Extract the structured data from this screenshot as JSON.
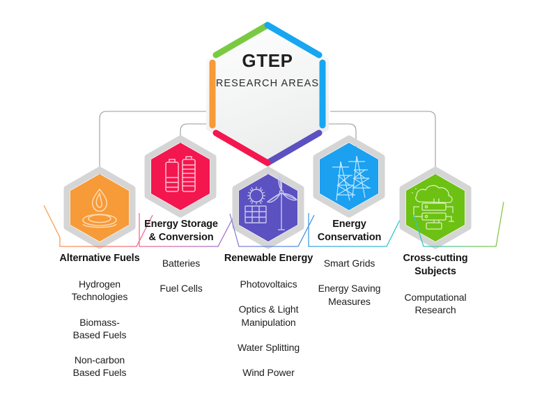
{
  "center": {
    "title": "GTEP",
    "subtitle": "RESEARCH AREAS"
  },
  "colors": {
    "alternative_fuels": "#F79A38",
    "energy_storage": "#F4164E",
    "renewable_energy": "#5B51C0",
    "energy_conservation": "#1CA0F0",
    "cross_cutting": "#6CC113",
    "connector_line": "#9a9a9a",
    "hex_outline": "#d2d2d2",
    "text": "#1a1a1a"
  },
  "categories": [
    {
      "id": "alternative-fuels",
      "title": "Alternative Fuels",
      "icon": "fuel-drop-icon",
      "color": "#F79A38",
      "bracket_from": "#F6A24A",
      "bracket_to": "#F0608C",
      "items": [
        "Hydrogen\nTechnologies",
        "Biomass-\nBased Fuels",
        "Non-carbon\nBased Fuels"
      ]
    },
    {
      "id": "energy-storage",
      "title": "Energy Storage\n& Conversion",
      "icon": "battery-icon",
      "color": "#F4164E",
      "bracket_from": "#F26A93",
      "bracket_to": "#9B6FD4",
      "items": [
        "Batteries",
        "Fuel Cells"
      ]
    },
    {
      "id": "renewable-energy",
      "title": "Renewable Energy",
      "icon": "solar-wind-icon",
      "color": "#5B51C0",
      "bracket_from": "#8D7FD8",
      "bracket_to": "#3E8FE8",
      "items": [
        "Photovoltaics",
        "Optics & Light\nManipulation",
        "Water Splitting",
        "Wind Power"
      ]
    },
    {
      "id": "energy-conservation",
      "title": "Energy\nConservation",
      "icon": "power-tower-icon",
      "color": "#1CA0F0",
      "bracket_from": "#3E9EE8",
      "bracket_to": "#2CC8C8",
      "items": [
        "Smart Grids",
        "Energy Saving\nMeasures"
      ]
    },
    {
      "id": "cross-cutting",
      "title": "Cross-cutting\nSubjects",
      "icon": "cloud-computing-icon",
      "color": "#6CC113",
      "bracket_from": "#2CC8C8",
      "bracket_to": "#8CC63F",
      "items": [
        "Computational\nResearch"
      ]
    }
  ]
}
